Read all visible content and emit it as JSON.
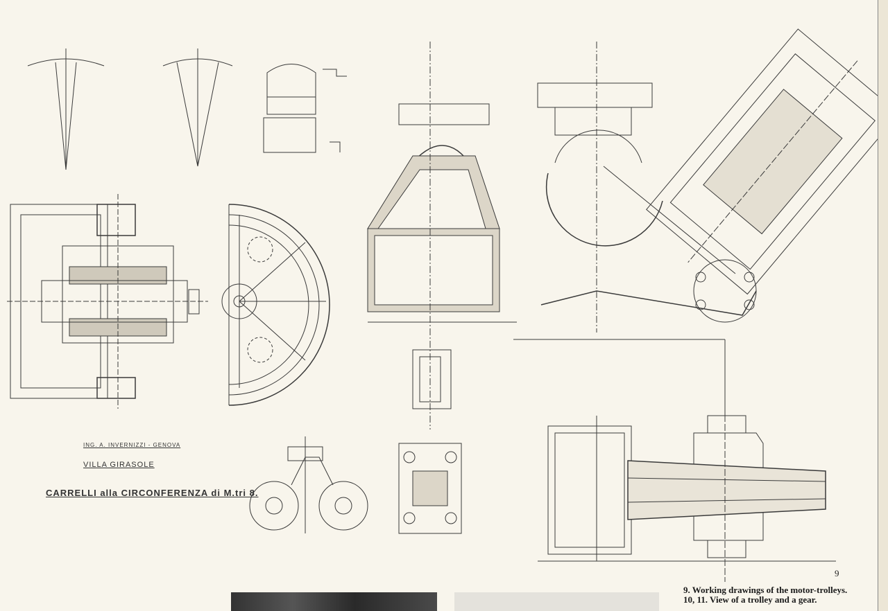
{
  "title_block": {
    "firm": "ING. A. INVERNIZZI - GENOVA",
    "project": "VILLA GIRASOLE",
    "title": "CARRELLI alla CIRCONFERENZA di M.tri 8."
  },
  "page_number": "9",
  "caption": {
    "line1": "9. Working drawings of the motor-trolleys.",
    "line2": "10, 11. View of a trolley and a gear."
  }
}
